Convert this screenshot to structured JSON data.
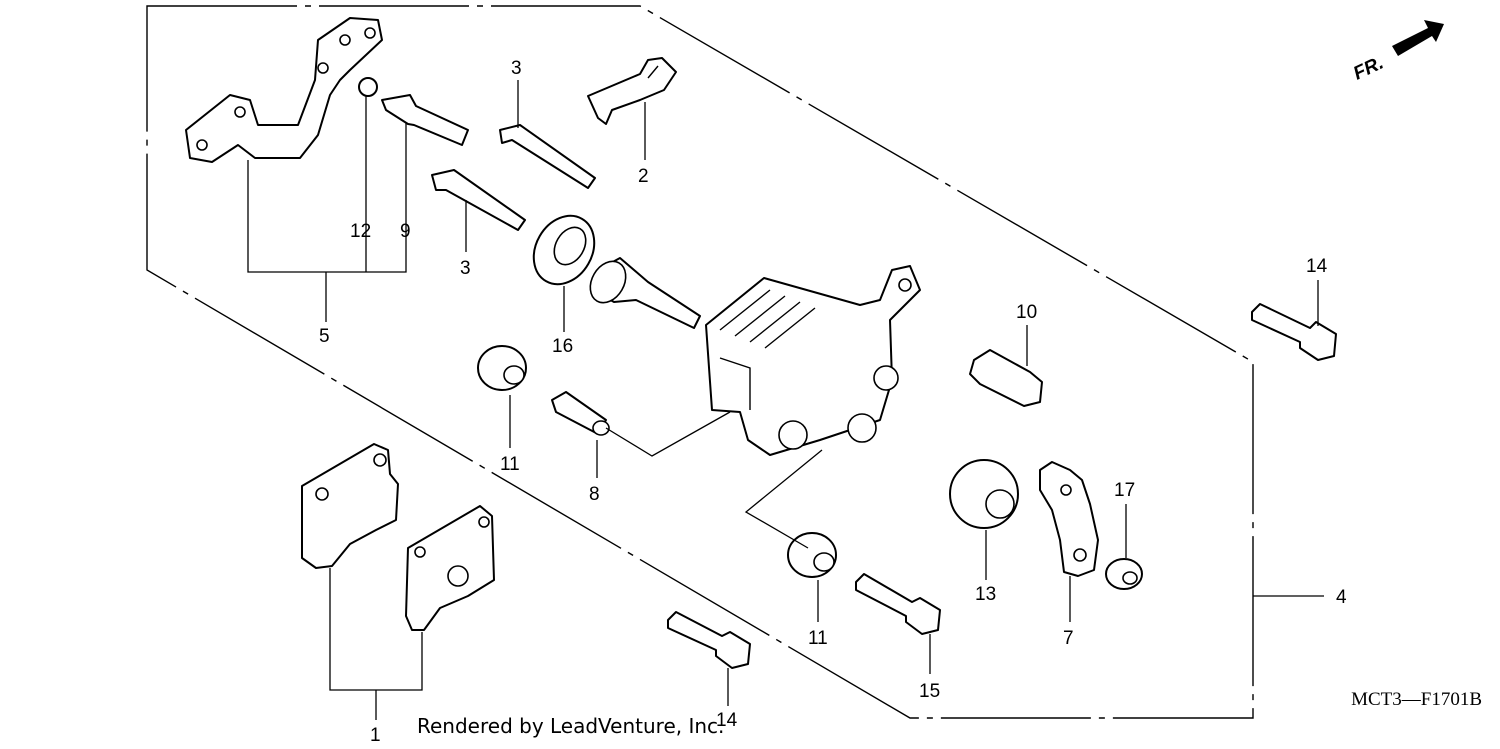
{
  "callouts": {
    "c1": "1",
    "c2": "2",
    "c3a": "3",
    "c3b": "3",
    "c4": "4",
    "c5": "5",
    "c7": "7",
    "c8": "8",
    "c9": "9",
    "c10": "10",
    "c11a": "11",
    "c11b": "11",
    "c12": "12",
    "c13": "13",
    "c14a": "14",
    "c14b": "14",
    "c15": "15",
    "c16": "16",
    "c17": "17"
  },
  "direction_label": "FR.",
  "diagram_code": "MCT3—F1701B",
  "credit": "Rendered by LeadVenture, Inc.",
  "icons": [
    "front-direction-arrow-icon"
  ]
}
